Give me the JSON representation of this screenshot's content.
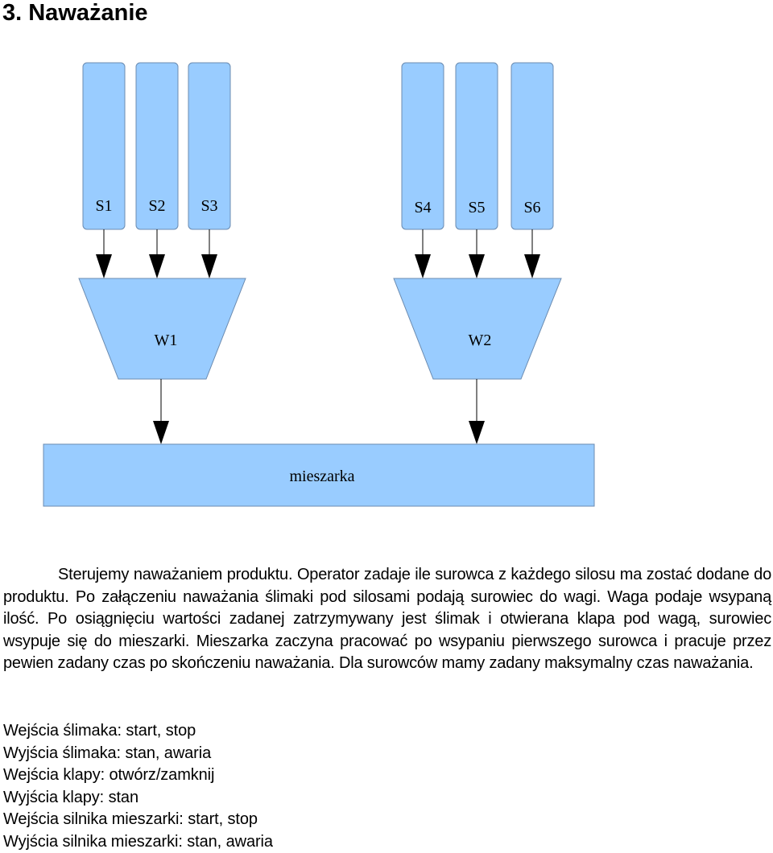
{
  "heading": "3. Naważanie",
  "diagram": {
    "silos": [
      "S1",
      "S2",
      "S3",
      "S4",
      "S5",
      "S6"
    ],
    "scales": [
      "W1",
      "W2"
    ],
    "mixer": "mieszarka",
    "colors": {
      "fill": "#99ccff",
      "stroke": "#6b8bb0",
      "arrow": "#000000"
    }
  },
  "description": "Sterujemy naważaniem produktu. Operator zadaje ile surowca z każdego silosu ma zostać dodane do produktu. Po załączeniu naważania ślimaki pod silosami podają surowiec do wagi. Waga podaje wsypaną ilość. Po osiągnięciu wartości zadanej zatrzymywany jest ślimak i otwierana klapa pod wagą, surowiec wsypuje się do mieszarki. Mieszarka zaczyna pracować po wsypaniu pierwszego surowca i pracuje przez pewien zadany czas po skończeniu naważania. Dla surowców mamy zadany maksymalny czas naważania.",
  "io": [
    "Wejścia ślimaka: start, stop",
    "Wyjścia ślimaka: stan, awaria",
    "Wejścia klapy: otwórz/zamknij",
    "Wyjścia klapy: stan",
    "Wejścia silnika mieszarki: start, stop",
    "Wyjścia silnika mieszarki: stan, awaria"
  ]
}
